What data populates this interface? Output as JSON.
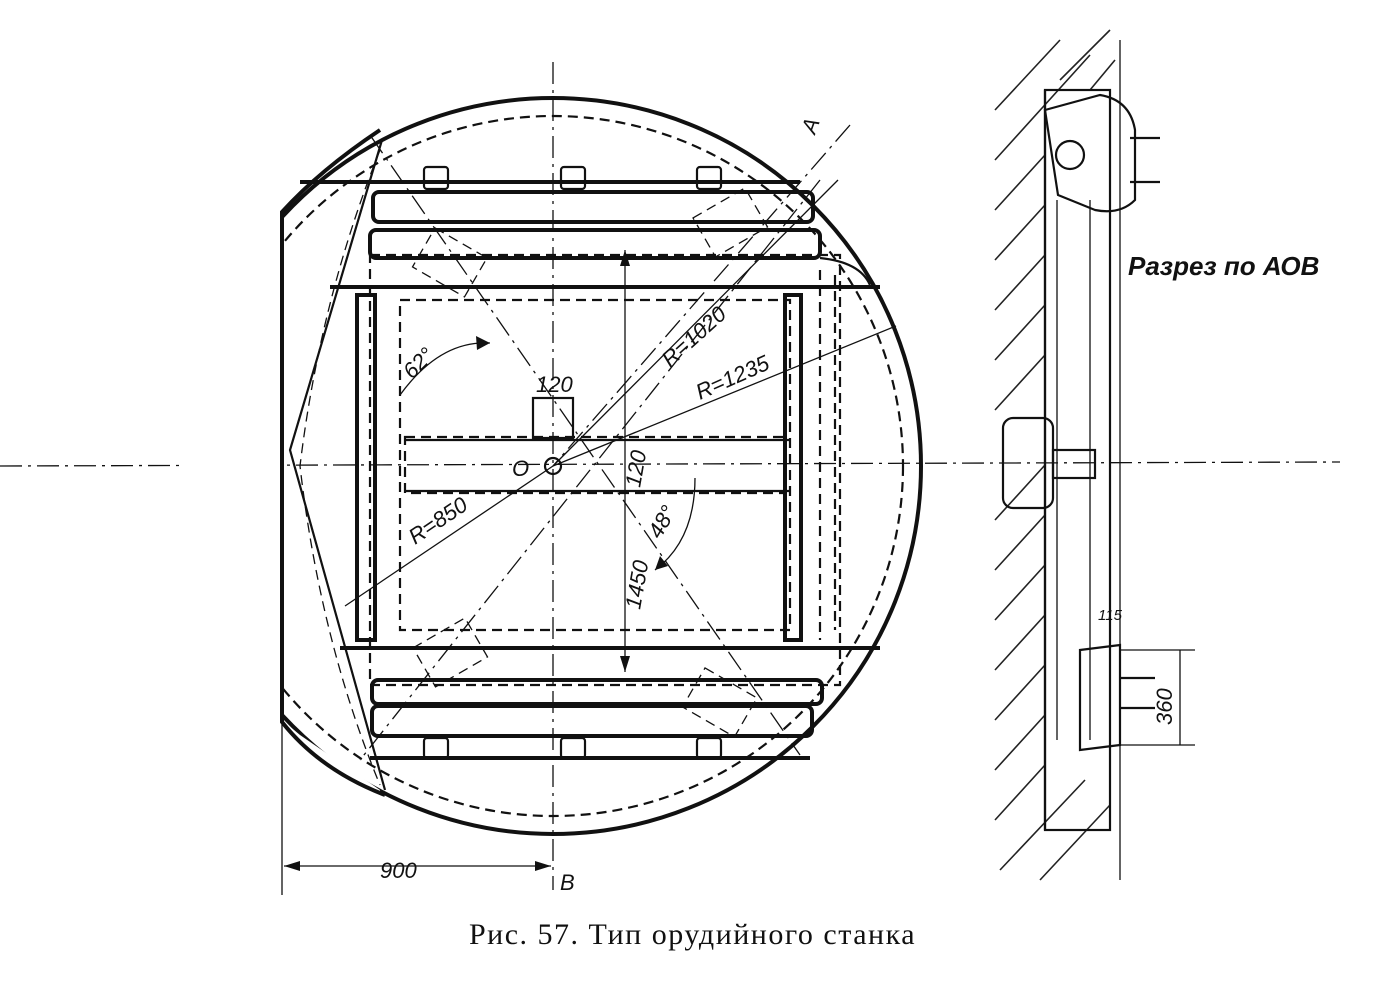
{
  "figure": {
    "caption": "Рис. 57. Тип орудийного станка",
    "section_label": "Разрез по АОВ",
    "point_labels": {
      "center": "O",
      "top": "A",
      "bottom": "B"
    },
    "dimensions": {
      "radius_inner": "R=1020",
      "radius_outer": "R=1235",
      "radius_small": "R=850",
      "angle_top": "62°",
      "angle_bottom": "48°",
      "width_center": "120",
      "offset_center": "120",
      "height_total": "1450",
      "width_left": "900",
      "section_small": "115",
      "section_height": "360"
    }
  }
}
